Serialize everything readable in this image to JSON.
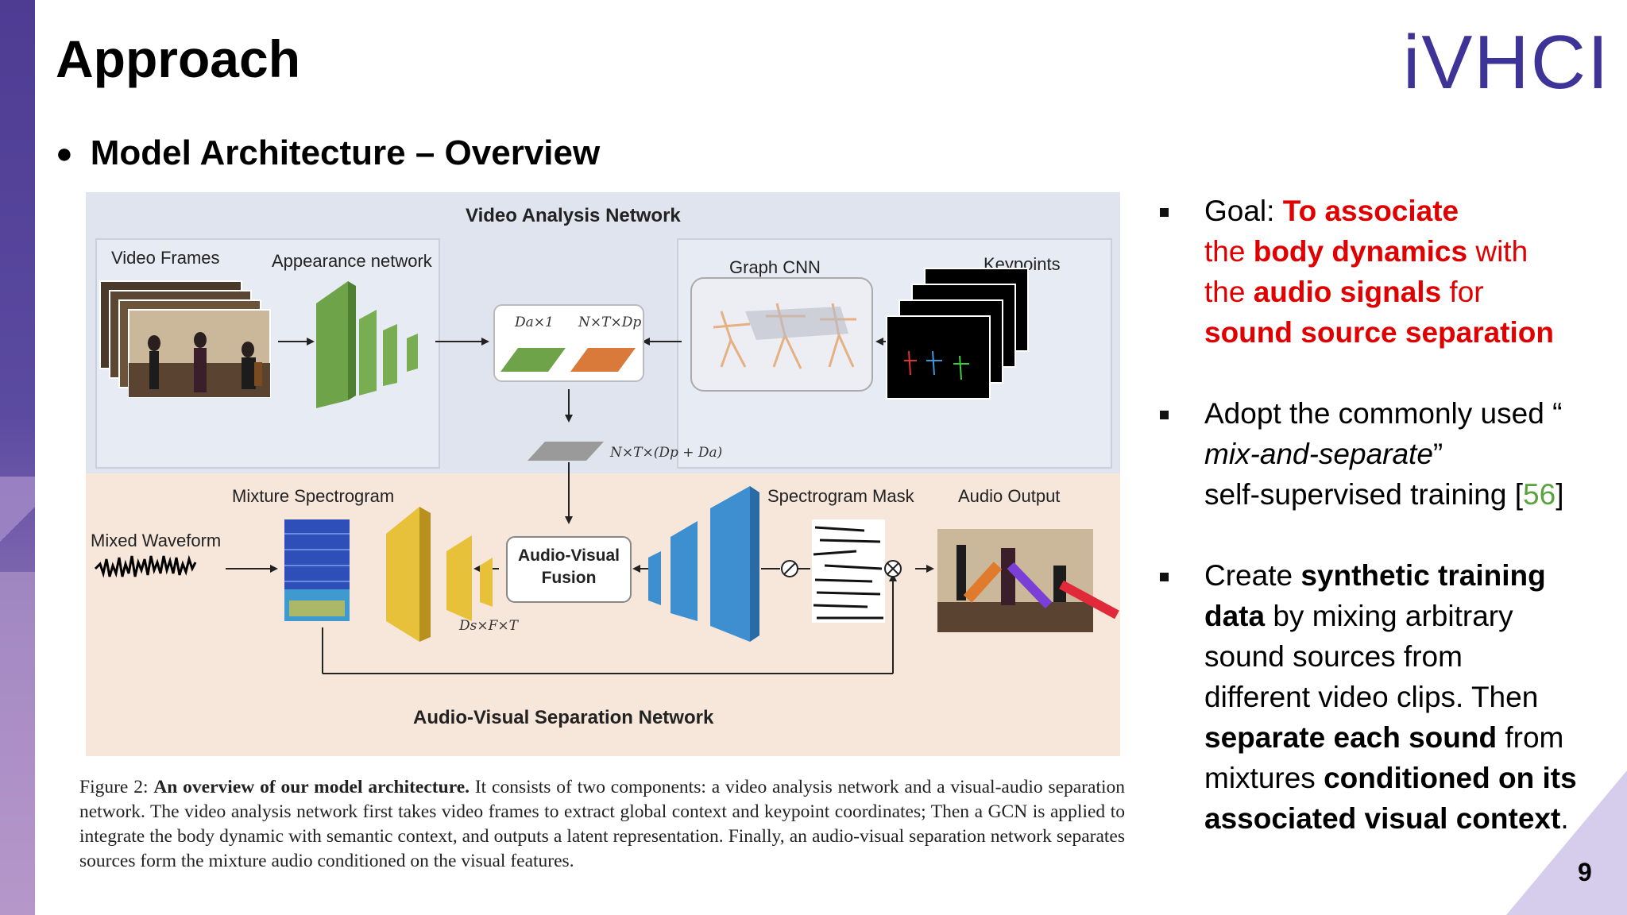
{
  "slide": {
    "title": "Approach",
    "subtitle": "Model Architecture – Overview",
    "logo": "iVHCI",
    "page_number": "9",
    "accent_color": "#4e3c93"
  },
  "figure": {
    "video_net_title": "Video Analysis Network",
    "video_frames": "Video Frames",
    "appearance_network": "Appearance network",
    "graph_cnn": "Graph CNN",
    "keypoints": "Keypoints",
    "dim_a": "Da×1",
    "dim_p": "N×T×Dp",
    "dim_concat": "N×T×(Dp + Da)",
    "mixture_spectrogram": "Mixture Spectrogram",
    "mixed_waveform": "Mixed Waveform",
    "fusion_line1": "Audio-Visual",
    "fusion_line2": "Fusion",
    "dim_s": "Ds×F×T",
    "spectrogram_mask": "Spectrogram Mask",
    "audio_output": "Audio Output",
    "avs_net_title": "Audio-Visual Separation Network"
  },
  "caption": {
    "label": "Figure 2:",
    "bold": "An overview of our model architecture.",
    "text": "It consists of two components: a video analysis network and a visual-audio separation network. The video analysis network first takes video frames to extract global context and keypoint coordinates; Then a GCN is applied to integrate the body dynamic with semantic context, and outputs a latent representation. Finally, an audio-visual separation network separates sources form the mixture audio conditioned on the visual features."
  },
  "bullets": {
    "b1": {
      "t1": "Goal: ",
      "t2": "To associate",
      "t3": "the ",
      "t4": "body dynamics",
      "t5": " with",
      "t6": "the ",
      "t7": "audio signals",
      "t8": " for",
      "t9": "sound source separation"
    },
    "b2": {
      "t1": "Adopt the commonly used “",
      "t2": "mix-and-separate",
      "t3": "”",
      "t4": "self-supervised training [",
      "t5": "56",
      "t6": "]"
    },
    "b3": {
      "t1": "Create ",
      "t2": "synthetic training",
      "t3": "data",
      "t4": " by mixing arbitrary",
      "t5": "sound sources from",
      "t6": "different video clips. Then",
      "t7": "separate each sound",
      "t8": " from",
      "t9": "mixtures ",
      "t10": "conditioned on its",
      "t11": "associated visual context",
      "t12": "."
    }
  }
}
